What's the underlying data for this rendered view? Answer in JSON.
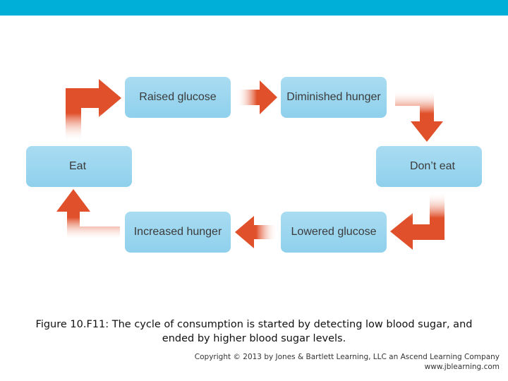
{
  "header": {
    "bar_color": "#00afd7"
  },
  "diagram": {
    "nodes": {
      "raised_glucose": "Raised glucose",
      "diminished_hunger": "Diminished hunger",
      "dont_eat": "Don’t eat",
      "lowered_glucose": "Lowered glucose",
      "increased_hunger": "Increased hunger",
      "eat": "Eat"
    },
    "node_color": "#9fd8f0",
    "arrow_color": "#e0502b"
  },
  "caption": {
    "line1": "Figure 10.F11: The cycle of consumption is started by detecting low blood sugar, and",
    "line2": "ended by higher blood sugar levels."
  },
  "footer": {
    "copyright": "Copyright © 2013 by Jones & Bartlett Learning, LLC an Ascend Learning Company",
    "url": "www.jblearning.com"
  }
}
